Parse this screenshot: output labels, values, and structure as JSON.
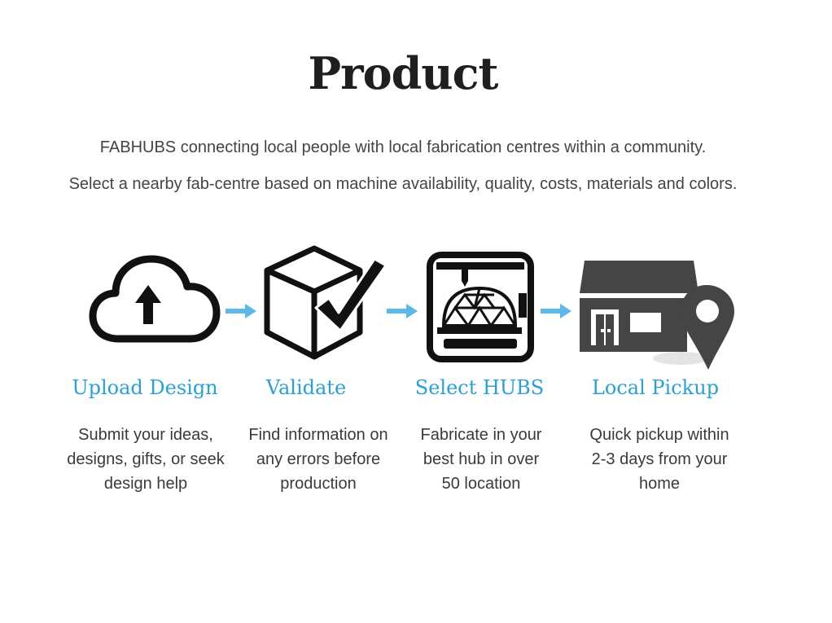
{
  "header": {
    "title": "Product"
  },
  "intro": {
    "line1": "FABHUBS connecting local people with local fabrication centres within a community.",
    "line2": "Select a nearby fab-centre based on machine availability, quality, costs, materials and colors."
  },
  "colors": {
    "accent": "#2a9fd8",
    "arrow": "#5bb8e8",
    "icon": "#111111",
    "house": "#454545"
  },
  "steps": [
    {
      "icon": "cloud-upload-icon",
      "title": "Upload Design",
      "description": "Submit your ideas,\ndesigns, gifts, or seek\ndesign help"
    },
    {
      "icon": "box-check-icon",
      "title": "Validate",
      "description": "Find information on\nany errors before\nproduction"
    },
    {
      "icon": "3d-printer-icon",
      "title": "Select HUBS",
      "description": "Fabricate in your\nbest hub in over\n50 location"
    },
    {
      "icon": "store-location-icon",
      "title": "Local Pickup",
      "description": "Quick pickup within\n2-3 days from your\nhome"
    }
  ]
}
